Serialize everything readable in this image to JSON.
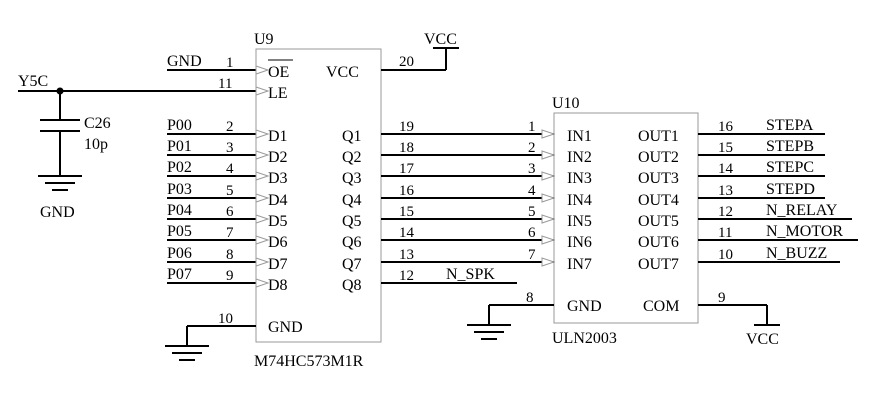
{
  "u9": {
    "designator": "U9",
    "part": "M74HC573M1R",
    "left_pins": [
      {
        "num": "1",
        "name": "OE",
        "net": "GND",
        "overline": true
      },
      {
        "num": "11",
        "name": "LE",
        "net": ""
      },
      {
        "num": "2",
        "name": "D1",
        "net": "P00"
      },
      {
        "num": "3",
        "name": "D2",
        "net": "P01"
      },
      {
        "num": "4",
        "name": "D3",
        "net": "P02"
      },
      {
        "num": "5",
        "name": "D4",
        "net": "P03"
      },
      {
        "num": "6",
        "name": "D5",
        "net": "P04"
      },
      {
        "num": "7",
        "name": "D6",
        "net": "P05"
      },
      {
        "num": "8",
        "name": "D7",
        "net": "P06"
      },
      {
        "num": "9",
        "name": "D8",
        "net": "P07"
      },
      {
        "num": "10",
        "name": "GND",
        "net": ""
      }
    ],
    "right_pins": [
      {
        "num": "20",
        "name": "VCC"
      },
      {
        "num": "19",
        "name": "Q1"
      },
      {
        "num": "18",
        "name": "Q2"
      },
      {
        "num": "17",
        "name": "Q3"
      },
      {
        "num": "16",
        "name": "Q4"
      },
      {
        "num": "15",
        "name": "Q5"
      },
      {
        "num": "14",
        "name": "Q6"
      },
      {
        "num": "13",
        "name": "Q7"
      },
      {
        "num": "12",
        "name": "Q8",
        "net": "N_SPK"
      }
    ]
  },
  "u10": {
    "designator": "U10",
    "part": "ULN2003",
    "left_pins": [
      {
        "num": "1",
        "name": "IN1"
      },
      {
        "num": "2",
        "name": "IN2"
      },
      {
        "num": "3",
        "name": "IN3"
      },
      {
        "num": "4",
        "name": "IN4"
      },
      {
        "num": "5",
        "name": "IN5"
      },
      {
        "num": "6",
        "name": "IN6"
      },
      {
        "num": "7",
        "name": "IN7"
      },
      {
        "num": "8",
        "name": "GND"
      }
    ],
    "right_pins": [
      {
        "num": "16",
        "name": "OUT1",
        "net": "STEPA"
      },
      {
        "num": "15",
        "name": "OUT2",
        "net": "STEPB"
      },
      {
        "num": "14",
        "name": "OUT3",
        "net": "STEPC"
      },
      {
        "num": "13",
        "name": "OUT4",
        "net": "STEPD"
      },
      {
        "num": "12",
        "name": "OUT5",
        "net": "N_RELAY"
      },
      {
        "num": "11",
        "name": "OUT6",
        "net": "N_MOTOR"
      },
      {
        "num": "10",
        "name": "OUT7",
        "net": "N_BUZZ"
      },
      {
        "num": "9",
        "name": "COM",
        "net": ""
      }
    ]
  },
  "capacitor": {
    "designator": "C26",
    "value": "10p"
  },
  "nets": {
    "y5c": "Y5C",
    "vcc": "VCC",
    "gnd": "GND"
  }
}
